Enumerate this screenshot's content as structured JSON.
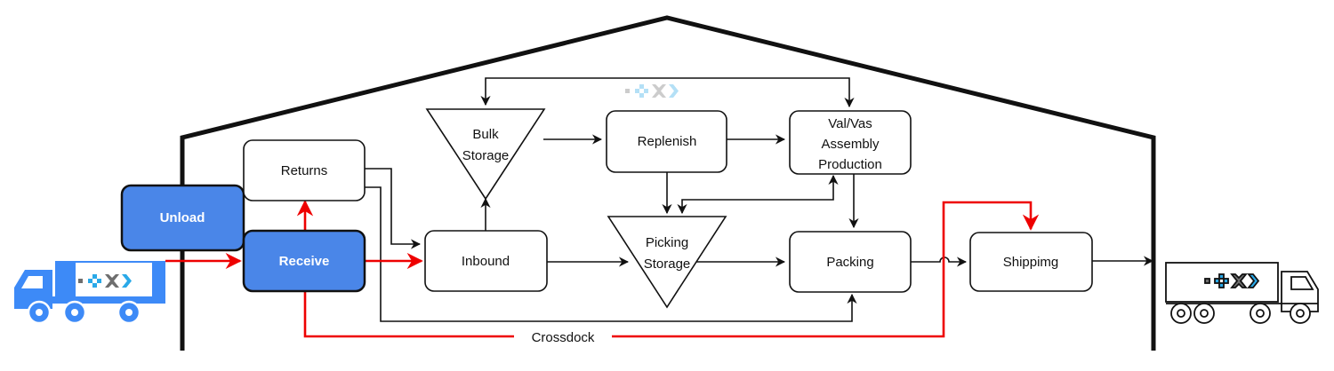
{
  "nodes": {
    "unload": "Unload",
    "receive": "Receive",
    "returns": "Returns",
    "inbound": "Inbound",
    "bulk_storage": [
      "Bulk",
      "Storage"
    ],
    "replenish": "Replenish",
    "valvas": [
      "Val/Vas",
      "Assembly",
      "Production"
    ],
    "picking_storage": [
      "Picking",
      "Storage"
    ],
    "packing": "Packing",
    "shipping": "Shippimg"
  },
  "edge_labels": {
    "crossdock": "Crossdock"
  },
  "colors": {
    "highlight_fill": "#4a86e8",
    "highlight_stroke": "#111111",
    "red_flow": "#ee0000",
    "truck_blue": "#3d8af7",
    "logo_blue": "#2aa9e8",
    "logo_gray": "#6e6e6e"
  },
  "icons": {
    "incoming_truck": "truck-icon",
    "outgoing_truck": "truck-icon",
    "logo": "company-logo"
  }
}
